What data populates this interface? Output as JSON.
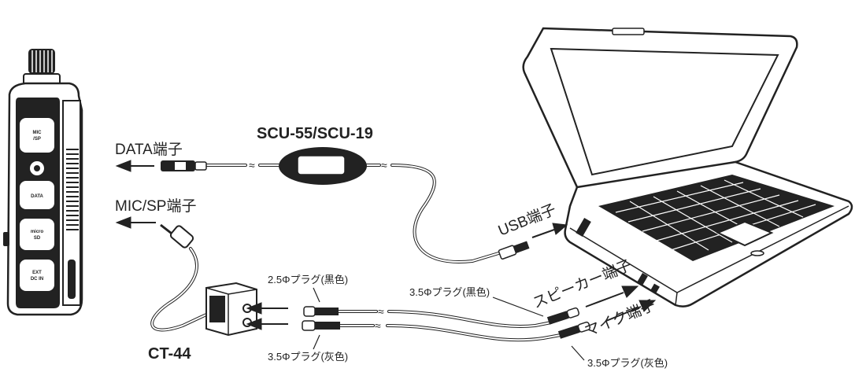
{
  "labels": {
    "data_port": "DATA端子",
    "mic_sp_port": "MIC/SP端子",
    "scu_model": "SCU-55/SCU-19",
    "usb_port": "USB端子",
    "speaker_port": "スピーカー端子",
    "mic_port": "マイク端子",
    "ct44_model": "CT-44",
    "plug_25_black": "2.5Φプラグ(黒色)",
    "plug_35_gray_left": "3.5Φプラグ(灰色)",
    "plug_35_black": "3.5Φプラグ(黒色)",
    "plug_35_gray_right": "3.5Φプラグ(灰色)"
  },
  "radio_buttons": {
    "mic_sp": "MIC\n/SP",
    "data": "DATA",
    "micro_sd": "micro\nSD",
    "ext_dc": "EXT\nDC IN"
  }
}
